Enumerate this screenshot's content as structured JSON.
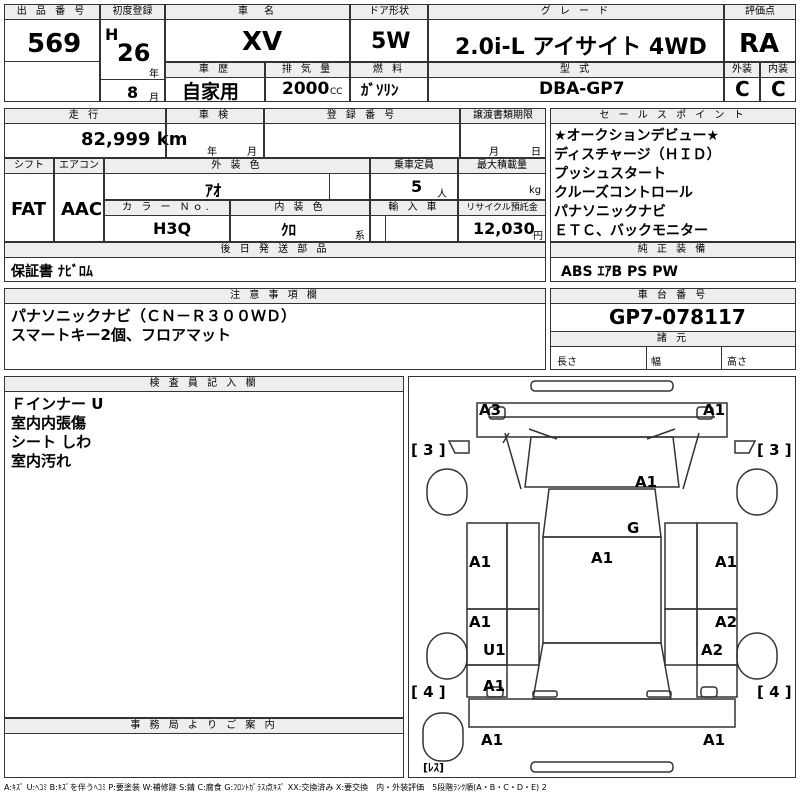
{
  "header": {
    "lot_label": "出 品 番 号",
    "lot_value": "569",
    "first_reg_label": "初度登録",
    "era": "H",
    "year": "26",
    "year_unit": "年",
    "month": "8",
    "month_unit": "月",
    "car_name_label": "車　名",
    "car_name": "XV",
    "door_label": "ドア形状",
    "door": "5W",
    "grade_label": "グ レ ー ド",
    "grade": "2.0i-L アイサイト 4WD",
    "score_label": "評価点",
    "score": "RA",
    "history_label": "車 歴",
    "history": "自家用",
    "displacement_label": "排 気 量",
    "displacement": "2000",
    "displacement_unit": "CC",
    "fuel_label": "燃 料",
    "fuel": "ｶﾞｿﾘﾝ",
    "model_label": "型 式",
    "model": "DBA-GP7",
    "ext_label": "外装",
    "ext_grade": "C",
    "int_label": "内装",
    "int_grade": "C"
  },
  "row2": {
    "mileage_label": "走 行",
    "mileage": "82,999 km",
    "inspection_label": "車 検",
    "insp_year": "年",
    "insp_month": "月",
    "reg_label": "登 録 番 号",
    "transfer_label": "譲渡書類期限",
    "transfer_month": "月",
    "transfer_day": "日",
    "shift_label": "シフト",
    "shift": "FAT",
    "ac_label": "エアコン",
    "ac": "AAC",
    "ext_color_label": "外 装 色",
    "ext_color": "ｱｵ",
    "capacity_label": "乗車定員",
    "capacity": "5",
    "capacity_unit": "人",
    "load_label": "最大積載量",
    "load_unit": "kg",
    "color_no_label": "カ ラ ー Ｎｏ.",
    "color_no": "H3Q",
    "int_color_label": "内 装 色",
    "int_color": "ｸﾛ",
    "int_unit": "系",
    "import_label": "輸 入 車",
    "recycle_label": "リサイクル預託金",
    "recycle": "12,030",
    "recycle_unit": "円"
  },
  "sales": {
    "label": "セ ー ル ス ポ イ ン ト",
    "lines": [
      "★オークションデビュー★",
      "ディスチャージ（ＨＩＤ）",
      "プッシュスタート",
      "クルーズコントロール",
      "パナソニックナビ",
      "ＥＴＣ、バックモニター"
    ]
  },
  "later_parts": {
    "label": "後 日 発 送 部 品",
    "value": "保証書 ﾅﾋﾞﾛﾑ"
  },
  "genuine": {
    "label": "純 正 装 備",
    "value": "ABS ｴｱB PS PW"
  },
  "notes": {
    "label": "注 意 事 項 欄",
    "lines": [
      "パナソニックナビ（ＣＮ－Ｒ３００ＷＤ）",
      "スマートキー2個、フロアマット"
    ]
  },
  "chassis": {
    "label": "車 台 番 号",
    "value": "GP7-078117",
    "spec_label": "諸 元",
    "length": "長さ",
    "width": "幅",
    "height": "高さ"
  },
  "inspector": {
    "label": "検 査 員 記 入 欄",
    "lines": [
      "Ｆインナー U",
      "室内内張傷",
      "シート しわ",
      "室内汚れ"
    ]
  },
  "office": {
    "label": "事 務 局 よ り ご 案 内"
  },
  "diagram": {
    "marks": {
      "front_left": "A3",
      "front_right": "A1",
      "bracket_left_top": "[ 3 ]",
      "bracket_right_top": "[ 3 ]",
      "hood": "A1",
      "windshield": "G",
      "roof": "A1",
      "left_front_door": "A1",
      "right_front_door": "A1",
      "left_rear_door": "A1",
      "right_rear_door": "A2",
      "left_rear_fender": "U1",
      "right_rear_fender": "A2",
      "left_rear_quarter": "A1",
      "bracket_left_bottom": "[ 4 ]",
      "bracket_right_bottom": "[ 4 ]",
      "rear_left": "A1",
      "rear_right": "A1",
      "spare_label": "[ﾚｽ]"
    }
  },
  "legend": "A:ｷｽﾞ U:ﾍｺﾐ B:ｷｽﾞを伴うﾍｺﾐ P:要塗装 W:補修跡 S:錆 C:腐食 G:ﾌﾛﾝﾄｶﾞﾗｽ点ｷｽﾞ XX:交換済み X:要交換　内・外装評価　5段階ﾗﾝｸ順(A・B・C・D・E) 2"
}
